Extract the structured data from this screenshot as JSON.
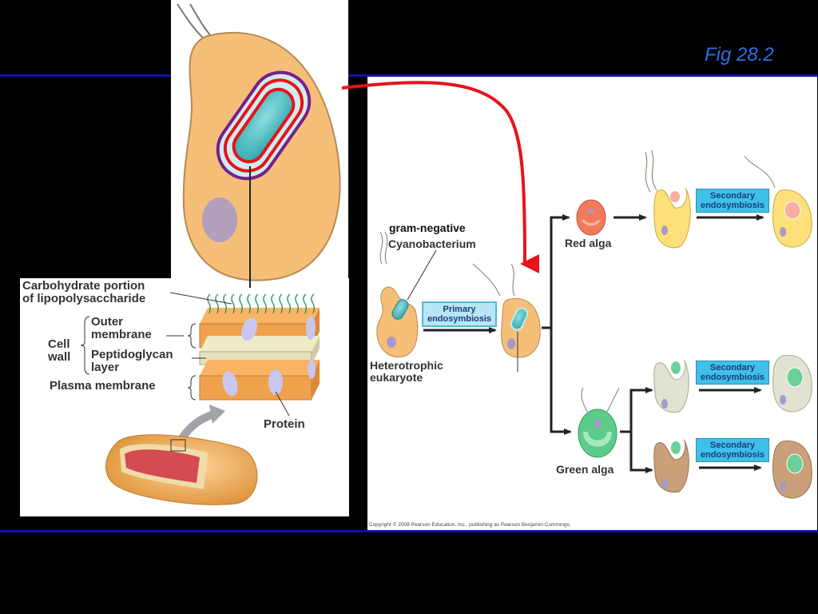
{
  "slide": {
    "title": "Fig 28.2",
    "colors": {
      "background": "#000000",
      "rule": "#1010b0",
      "title": "#2b6fe8",
      "arrow_red": "#e8121a",
      "host_cell": "#f5bf78",
      "cyanobacterium": "#4fc4c8",
      "label_box": "#3fc0ea"
    }
  },
  "cell_wall_panel": {
    "labels": {
      "carbohydrate": "Carbohydrate portion",
      "carbohydrate2": "of lipopolysaccharide",
      "cell": "Cell",
      "wall": "wall",
      "outer": "Outer",
      "membrane": "membrane",
      "peptidoglycan": "Peptidoglycan",
      "layer": "layer",
      "plasma": "Plasma membrane",
      "protein": "Protein"
    }
  },
  "endosymbiosis_panel": {
    "labels": {
      "gram_negative": "gram-negative",
      "cyanobacterium": "Cyanobacterium",
      "heterotrophic": "Heterotrophic",
      "eukaryote": "eukaryote",
      "red_alga": "Red alga",
      "green_alga": "Green alga"
    },
    "boxes": {
      "primary_1": "Primary",
      "primary_2": "endosymbiosis",
      "secondary_1": "Secondary",
      "secondary_2": "endosymbiosis"
    },
    "copyright": "Copyright © 2008 Pearson Education, Inc., publishing as Pearson Benjamin Cummings."
  }
}
